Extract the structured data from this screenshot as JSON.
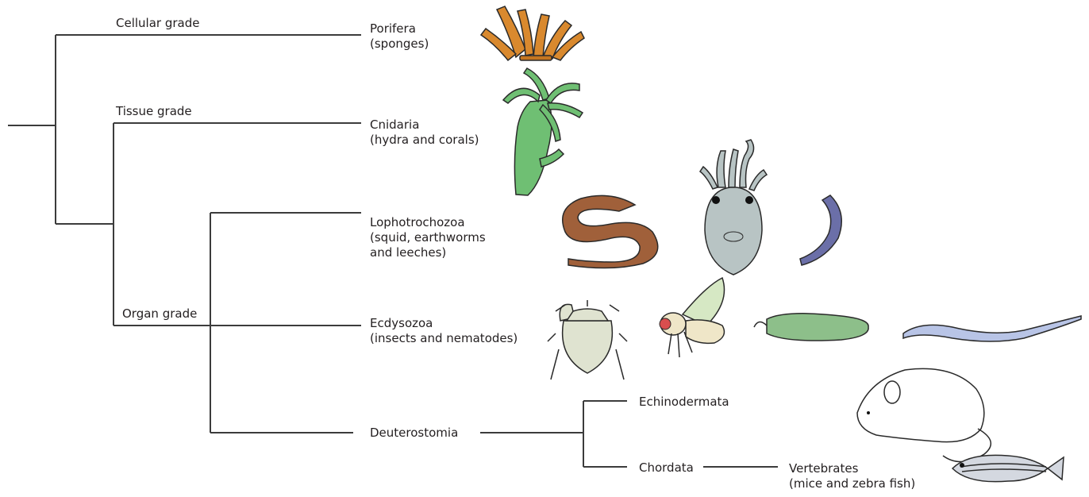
{
  "grades": {
    "cellular": "Cellular grade",
    "tissue": "Tissue grade",
    "organ": "Organ grade"
  },
  "taxa": {
    "porifera": {
      "name": "Porifera",
      "examples": "(sponges)"
    },
    "cnidaria": {
      "name": "Cnidaria",
      "examples": "(hydra and corals)"
    },
    "lophotrochozoa": {
      "name": "Lophotrochozoa",
      "examples_line1": "(squid, earthworms",
      "examples_line2": "and leeches)"
    },
    "ecdysozoa": {
      "name": "Ecdysozoa",
      "examples": "(insects and nematodes)"
    },
    "deuterostomia": {
      "name": "Deuterostomia"
    },
    "echinodermata": {
      "name": "Echinodermata"
    },
    "chordata": {
      "name": "Chordata"
    },
    "vertebrates": {
      "name": "Vertebrates",
      "examples": "(mice and zebra fish)"
    }
  },
  "illustrations": [
    "sponge-icon",
    "hydra-icon",
    "earthworm-icon",
    "squid-icon",
    "leech-icon",
    "stink-bug-icon",
    "fruit-fly-icon",
    "larva-icon",
    "nematode-icon",
    "mouse-icon",
    "zebrafish-icon"
  ],
  "colors": {
    "line": "#3c3c3c",
    "sponge": "#d9892e",
    "hydra": "#6fbf73",
    "earthworm": "#a0603a",
    "squid": "#b8c4c4",
    "leech": "#6b6fa8",
    "bug": "#dfe3d0",
    "fly": "#d6e8c4",
    "larva": "#8dbf8a",
    "nematode": "#b8c4e6",
    "fish": "#d4d8e0"
  }
}
